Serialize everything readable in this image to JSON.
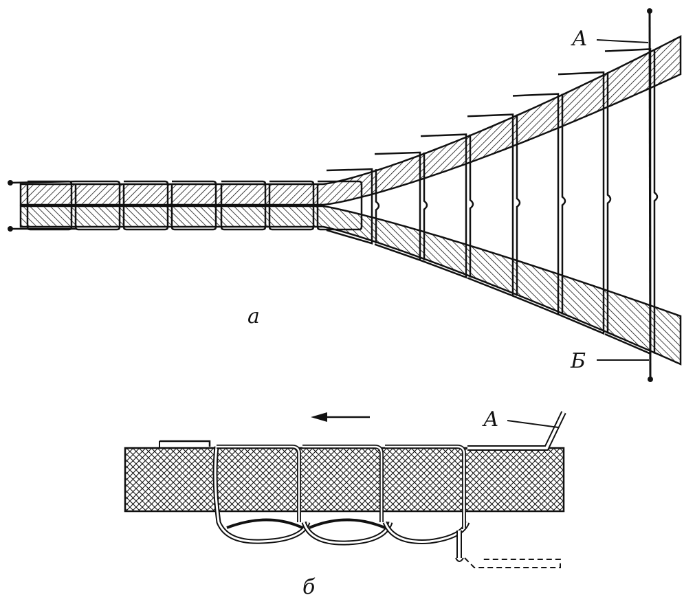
{
  "figure_a": {
    "label": "а",
    "callout_top": "А",
    "callout_bottom": "Б"
  },
  "figure_b": {
    "label": "б",
    "callout_top": "А",
    "arrow_direction": "left"
  },
  "colors": {
    "ink": "#111111",
    "paper": "#ffffff"
  }
}
